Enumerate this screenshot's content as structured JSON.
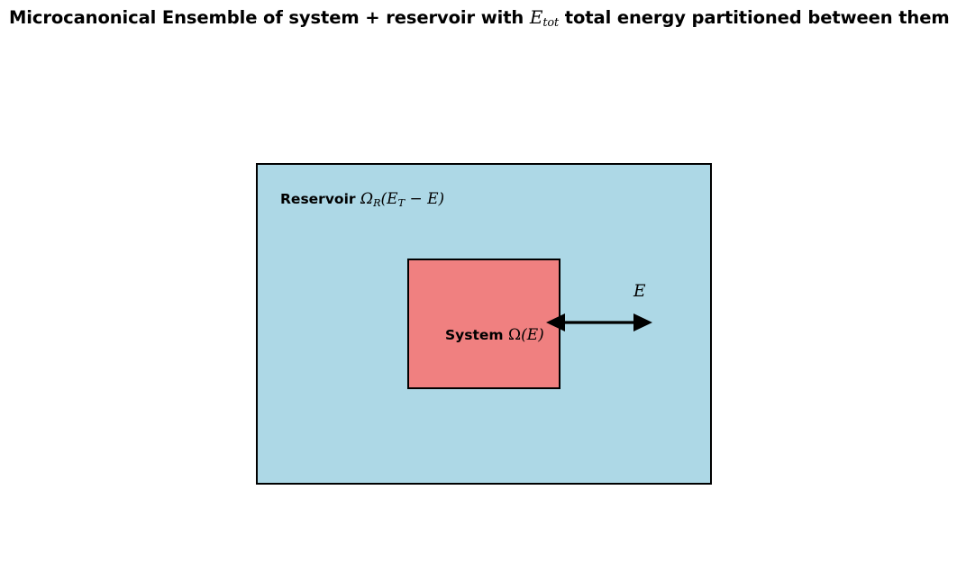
{
  "title": {
    "prefix": "Microcanonical Ensemble of system + reservoir with ",
    "symbol": "E",
    "symbol_subscript": "tot",
    "suffix": " total energy partitioned between them",
    "full_text": "Microcanonical Ensemble of system + reservoir with E_tot total energy partitioned between them"
  },
  "diagram": {
    "reservoir": {
      "name_label": "Reservoir",
      "math_omega": "Ω",
      "math_omega_subscript": "R",
      "math_expression": "(E",
      "math_expression_subscript": "T",
      "math_expression_tail": " − E)",
      "full_label": "Reservoir Ω_R(E_T − E)",
      "fill_color": "#ADD8E6",
      "border_color": "#000000"
    },
    "system": {
      "name_label": "System",
      "math_omega": "Ω",
      "math_expression": "(",
      "math_variable": "E",
      "math_expression_tail": ")",
      "full_label": "System Ω(E)",
      "fill_color": "#F08080",
      "border_color": "#000000"
    },
    "energy_exchange": {
      "label": "E",
      "arrow_type": "double-headed",
      "arrow_color": "#000000"
    }
  },
  "background_color": "#FFFFFF"
}
